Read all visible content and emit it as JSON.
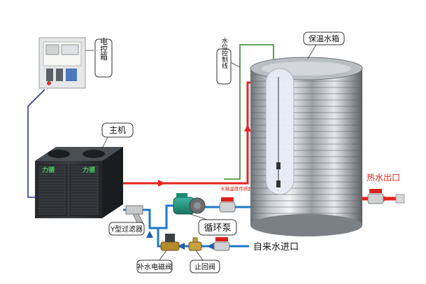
{
  "labels": {
    "control_box": "电控箱",
    "main_unit": "主机",
    "water_level_wire": "水位控制线",
    "insulated_tank": "保温水箱",
    "hot_water_outlet": "热水出口",
    "tank_temp_sensor": "水箱温度传感器",
    "y_filter": "Y型过滤器",
    "circulation_pump": "循环泵",
    "makeup_valve": "补水电磁阀",
    "check_valve": "止回阀",
    "tap_water_inlet": "自来水进口"
  },
  "brand_text": "力德",
  "colors": {
    "hot_pipe": "#e8231e",
    "cold_pipe": "#1e78c8",
    "signal_wire": "#2a3a8c",
    "level_wire": "#2f8a2f",
    "arrow_hot": "#e8231e",
    "arrow_cold": "#1e5fb0"
  }
}
